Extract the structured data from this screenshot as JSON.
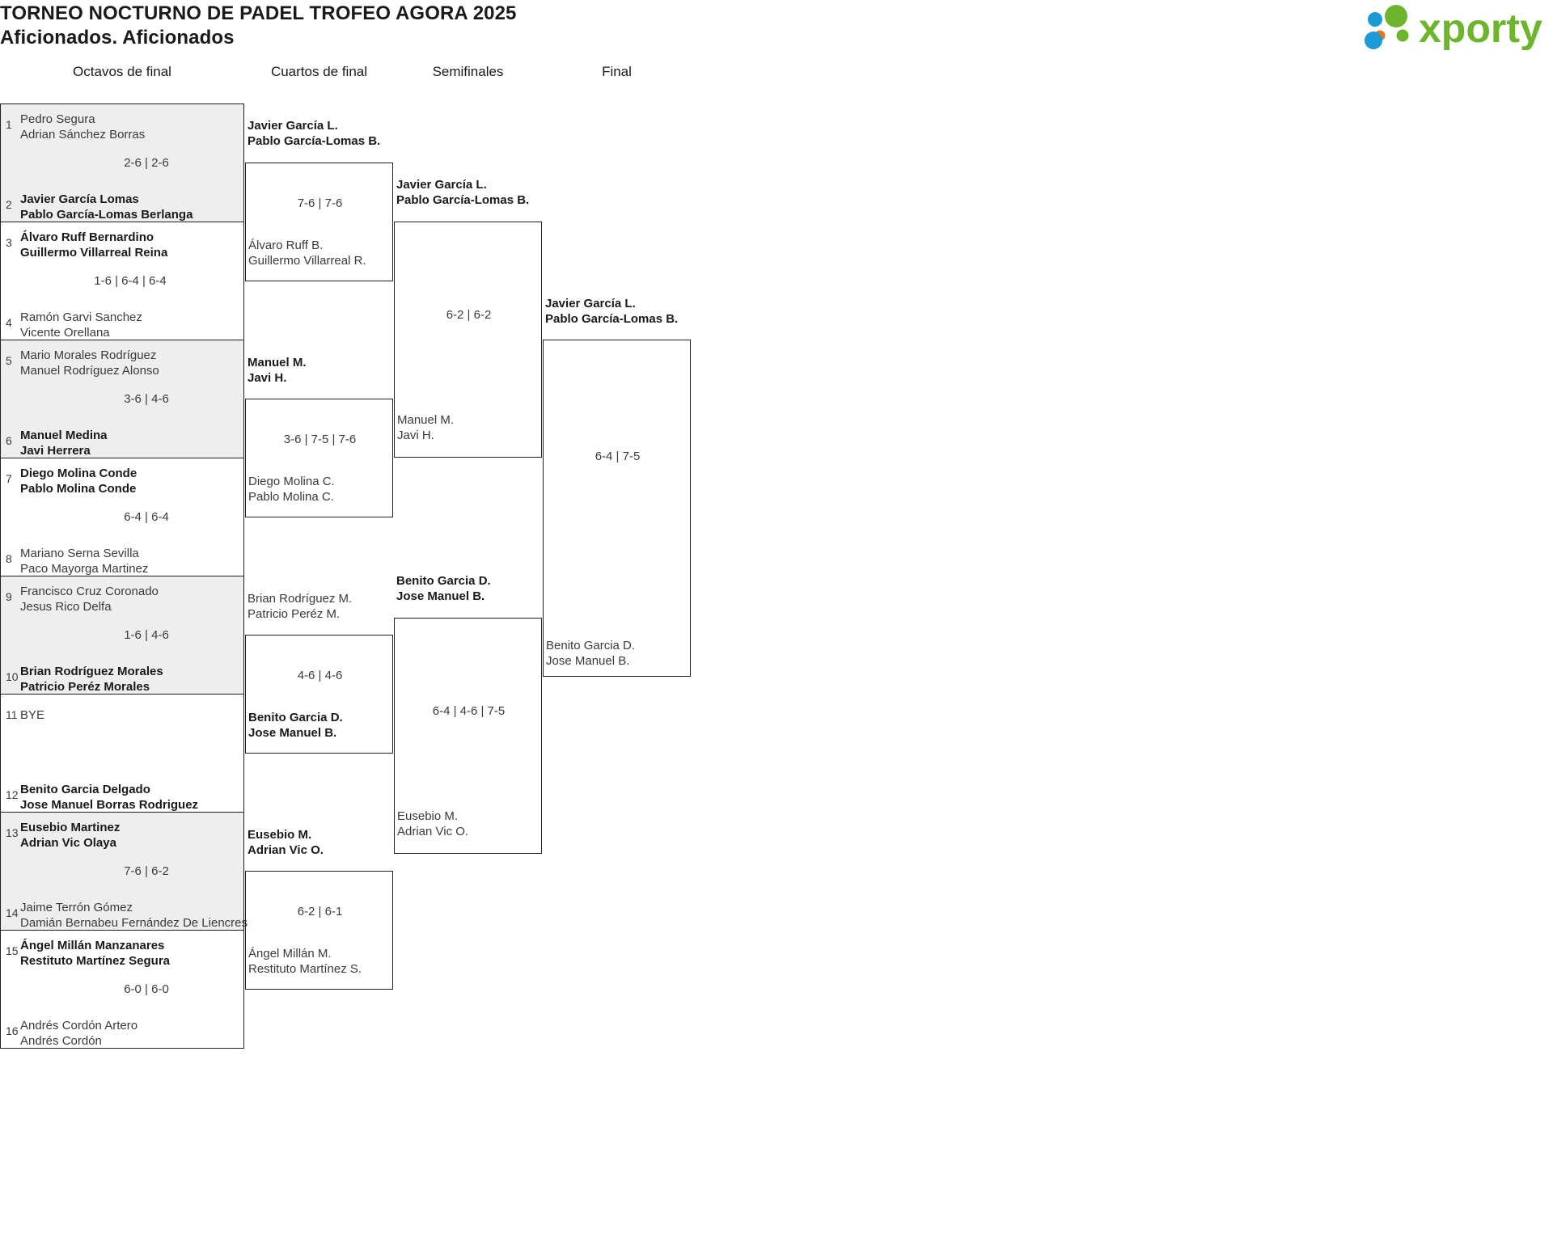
{
  "header": {
    "title_line1": "TORNEO NOCTURNO DE PADEL TROFEO AGORA 2025",
    "title_line2": "Aficionados. Aficionados",
    "logo_text": "xporty",
    "logo_colors": {
      "green": "#6cb52d",
      "orange": "#e8761a",
      "blue": "#1b9ad6"
    }
  },
  "rounds": [
    {
      "label": "Octavos de final"
    },
    {
      "label": "Cuartos de final"
    },
    {
      "label": "Semifinales"
    },
    {
      "label": "Final"
    }
  ],
  "r16": [
    {
      "shaded": true,
      "top_seed": "1",
      "top_p1": "Pedro Segura",
      "top_p2": "Adrian Sánchez Borras",
      "top_win": false,
      "score": "2-6 | 2-6",
      "bot_seed": "2",
      "bot_p1": "Javier García Lomas",
      "bot_p2": "Pablo García-Lomas Berlanga",
      "bot_win": true
    },
    {
      "shaded": false,
      "top_seed": "3",
      "top_p1": "Álvaro Ruff Bernardino",
      "top_p2": "Guillermo Villarreal Reina",
      "top_win": true,
      "score": "1-6 | 6-4 | 6-4",
      "bot_seed": "4",
      "bot_p1": "Ramón Garvi Sanchez",
      "bot_p2": "Vicente Orellana",
      "bot_win": false
    },
    {
      "shaded": true,
      "top_seed": "5",
      "top_p1": "Mario Morales Rodríguez",
      "top_p2": "Manuel Rodríguez Alonso",
      "top_win": false,
      "score": "3-6 | 4-6",
      "bot_seed": "6",
      "bot_p1": "Manuel Medina",
      "bot_p2": "Javi Herrera",
      "bot_win": true
    },
    {
      "shaded": false,
      "top_seed": "7",
      "top_p1": "Diego Molina Conde",
      "top_p2": "Pablo Molina Conde",
      "top_win": true,
      "score": "6-4 | 6-4",
      "bot_seed": "8",
      "bot_p1": "Mariano Serna Sevilla",
      "bot_p2": "Paco Mayorga Martinez",
      "bot_win": false
    },
    {
      "shaded": true,
      "top_seed": "9",
      "top_p1": "Francisco Cruz Coronado",
      "top_p2": "Jesus Rico Delfa",
      "top_win": false,
      "score": "1-6 | 4-6",
      "bot_seed": "10",
      "bot_p1": "Brian Rodríguez Morales",
      "bot_p2": "Patricio Peréz Morales",
      "bot_win": true
    },
    {
      "shaded": false,
      "top_seed": "11",
      "top_p1": "BYE",
      "top_p2": "",
      "top_win": false,
      "score": "",
      "bot_seed": "12",
      "bot_p1": "Benito Garcia Delgado",
      "bot_p2": "Jose Manuel Borras Rodriguez",
      "bot_win": true
    },
    {
      "shaded": true,
      "top_seed": "13",
      "top_p1": "Eusebio Martinez",
      "top_p2": "Adrian Vic Olaya",
      "top_win": true,
      "score": "7-6 | 6-2",
      "bot_seed": "14",
      "bot_p1": "Jaime Terrón Gómez",
      "bot_p2": "Damián Bernabeu Fernández De Liencres",
      "bot_win": false
    },
    {
      "shaded": false,
      "top_seed": "15",
      "top_p1": "Ángel Millán Manzanares",
      "top_p2": "Restituto Martínez Segura",
      "top_win": true,
      "score": "6-0 | 6-0",
      "bot_seed": "16",
      "bot_p1": "Andrés Cordón Artero",
      "bot_p2": "Andrés Cordón",
      "bot_win": false
    }
  ],
  "quarters": [
    {
      "top_p1": "Javier García L.",
      "top_p2": "Pablo García-Lomas B.",
      "top_win": true,
      "score": "7-6 | 7-6",
      "bot_p1": "Álvaro Ruff B.",
      "bot_p2": "Guillermo Villarreal R.",
      "bot_win": false
    },
    {
      "top_p1": "Manuel M.",
      "top_p2": "Javi H.",
      "top_win": true,
      "score": "3-6 | 7-5 | 7-6",
      "bot_p1": "Diego Molina C.",
      "bot_p2": "Pablo Molina C.",
      "bot_win": false
    },
    {
      "top_p1": "Brian Rodríguez M.",
      "top_p2": "Patricio Peréz M.",
      "top_win": false,
      "score": "4-6 | 4-6",
      "bot_p1": "Benito Garcia D.",
      "bot_p2": "Jose Manuel B.",
      "bot_win": true
    },
    {
      "top_p1": "Eusebio M.",
      "top_p2": "Adrian Vic O.",
      "top_win": true,
      "score": "6-2 | 6-1",
      "bot_p1": "Ángel Millán M.",
      "bot_p2": "Restituto Martínez S.",
      "bot_win": false
    }
  ],
  "semis": [
    {
      "top_p1": "Javier García L.",
      "top_p2": "Pablo García-Lomas B.",
      "top_win": true,
      "score": "6-2 | 6-2",
      "bot_p1": "Manuel M.",
      "bot_p2": "Javi H.",
      "bot_win": false
    },
    {
      "top_p1": "Benito Garcia D.",
      "top_p2": "Jose Manuel B.",
      "top_win": true,
      "score": "6-4 | 4-6 | 7-5",
      "bot_p1": "Eusebio M.",
      "bot_p2": "Adrian Vic O.",
      "bot_win": false
    }
  ],
  "final": {
    "top_p1": "Javier García L.",
    "top_p2": "Pablo García-Lomas B.",
    "top_win": true,
    "score": "6-4 | 7-5",
    "bot_p1": "Benito Garcia D.",
    "bot_p2": "Jose Manuel B.",
    "bot_win": false
  }
}
